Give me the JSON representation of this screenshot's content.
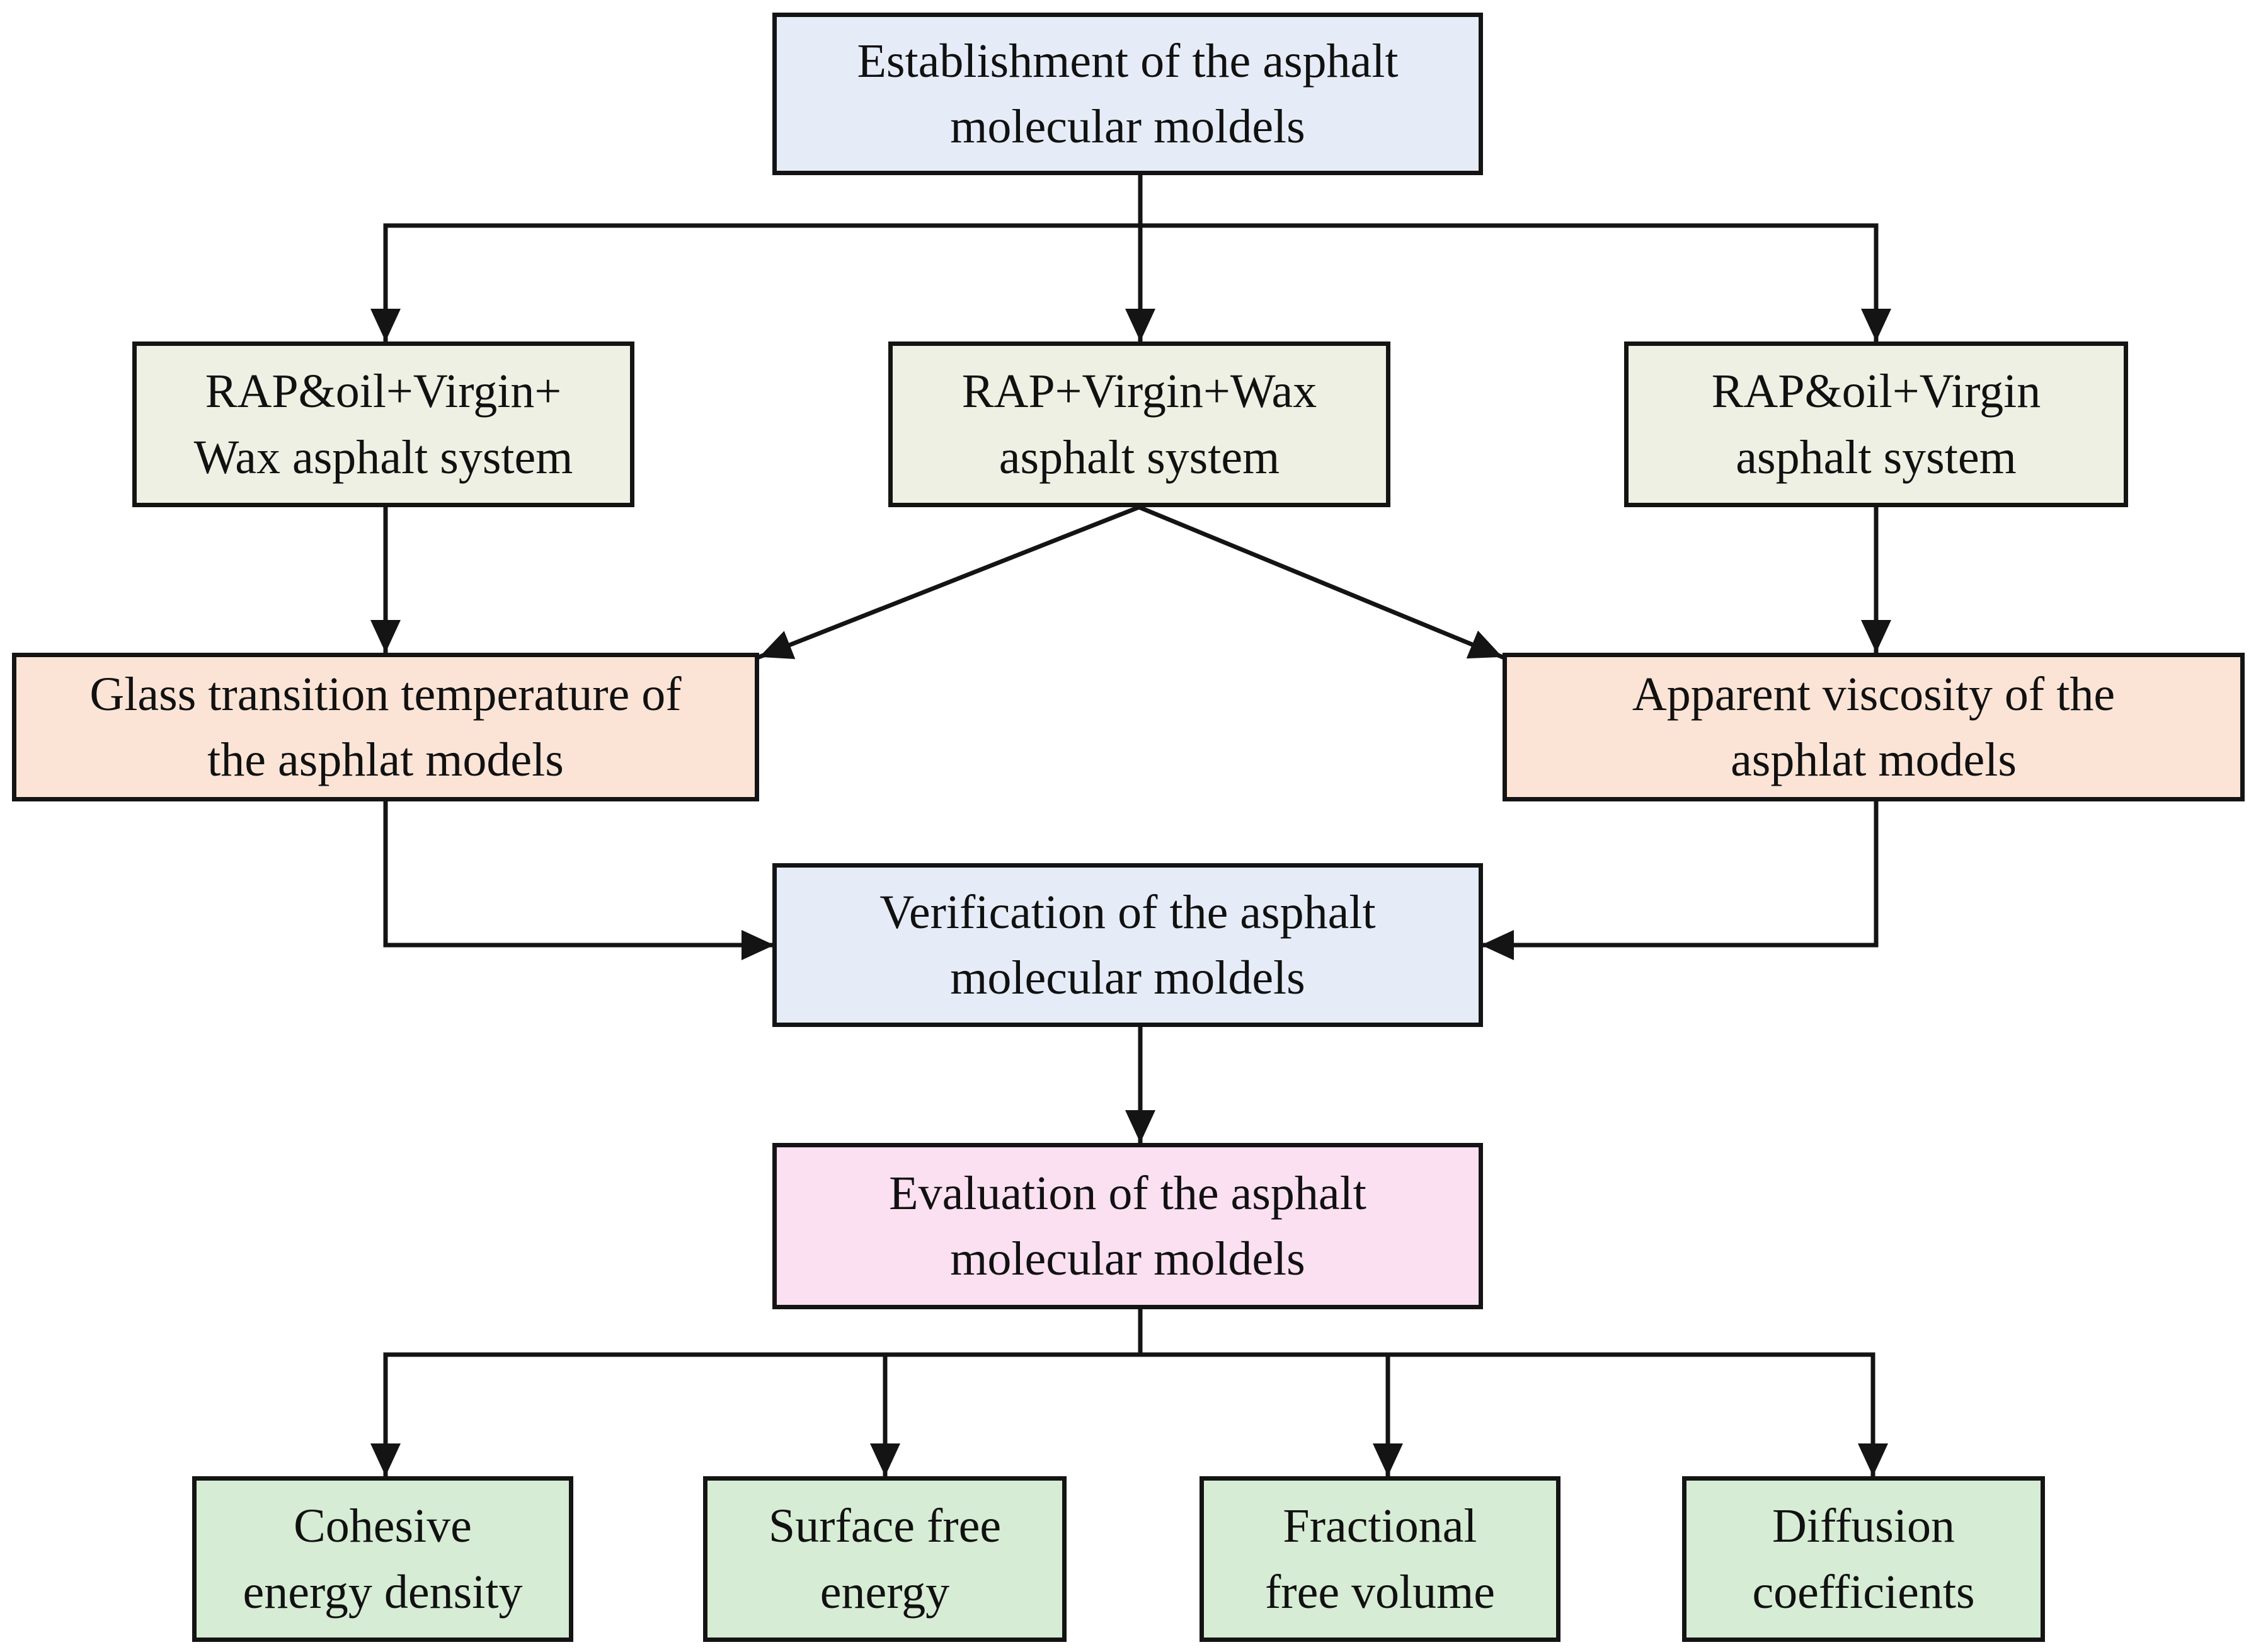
{
  "colors": {
    "stroke": "#141414",
    "model_box": "#e6ecf7",
    "system_box": "#eef0e3",
    "property_box": "#fbe4d6",
    "evaluation_box": "#fbe0f1",
    "metric_box": "#d6ecd4"
  },
  "nodes": {
    "establishment": "Establishment  of the asphalt\nmolecular moldels",
    "system_rap_oil_virgin_wax": "RAP&oil+Virgin+\nWax asphalt system",
    "system_rap_virgin_wax": "RAP+Virgin+Wax\nasphalt system",
    "system_rap_oil_virgin": "RAP&oil+Virgin\nasphalt system",
    "glass_transition": "Glass transition temperature of\nthe asphlat models",
    "apparent_viscosity": "Apparent viscosity of the\nasphlat models",
    "verification": "Verification of the  asphalt\nmolecular moldels",
    "evaluation": "Evaluation of the asphalt\nmolecular moldels",
    "cohesive_energy": "Cohesive\nenergy density",
    "surface_free_energy": "Surface free\nenergy",
    "fractional_free_volume": "Fractional\nfree volume",
    "diffusion_coefficients": "Diffusion\ncoefficients"
  }
}
